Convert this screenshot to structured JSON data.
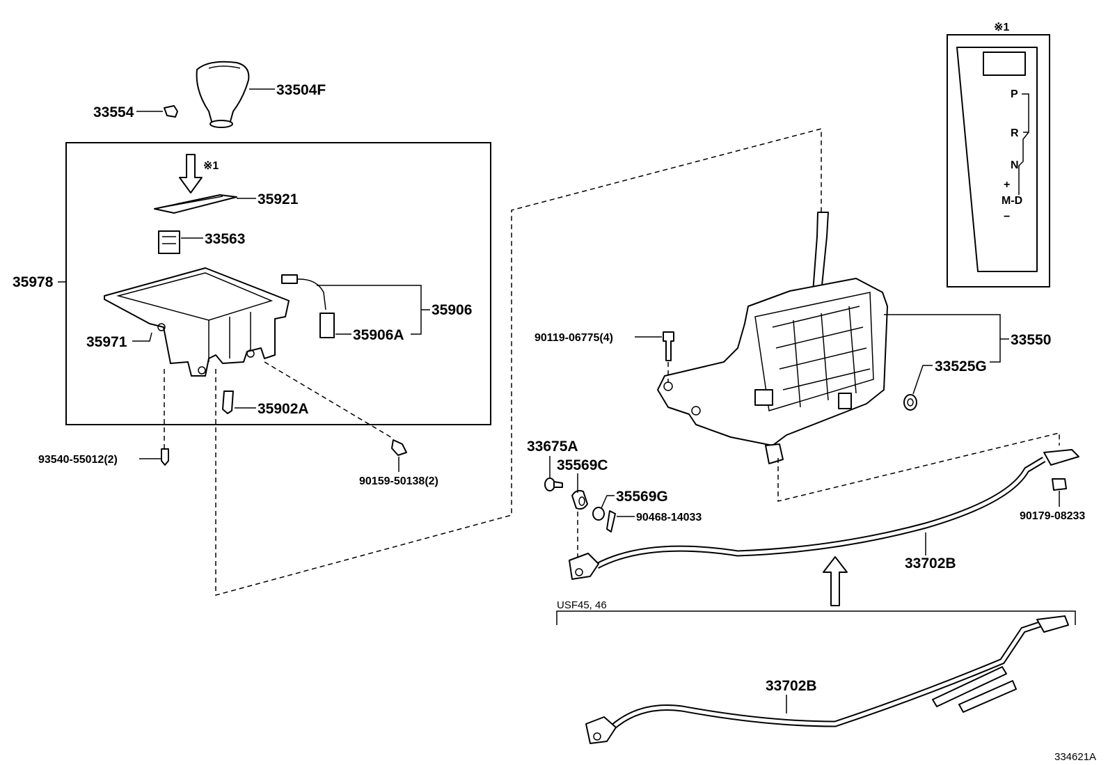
{
  "note_marker": "※1",
  "parts": {
    "p33504F": "33504F",
    "p33554": "33554",
    "p35921": "35921",
    "p33563": "33563",
    "p35978": "35978",
    "p35906": "35906",
    "p35906A": "35906A",
    "p35971": "35971",
    "p35902A": "35902A",
    "p93540": "93540-55012(2)",
    "p90159": "90159-50138(2)",
    "p90119": "90119-06775(4)",
    "p33550": "33550",
    "p33525G": "33525G",
    "p33675A": "33675A",
    "p35569C": "35569C",
    "p35569G": "35569G",
    "p90468": "90468-14033",
    "p90179": "90179-08233",
    "p33702B_upper": "33702B",
    "p33702B_lower": "33702B"
  },
  "variant_label": "USF45, 46",
  "gate_positions": [
    "P",
    "R",
    "N",
    "M-D",
    "+",
    "−"
  ],
  "figure_id": "334621A"
}
